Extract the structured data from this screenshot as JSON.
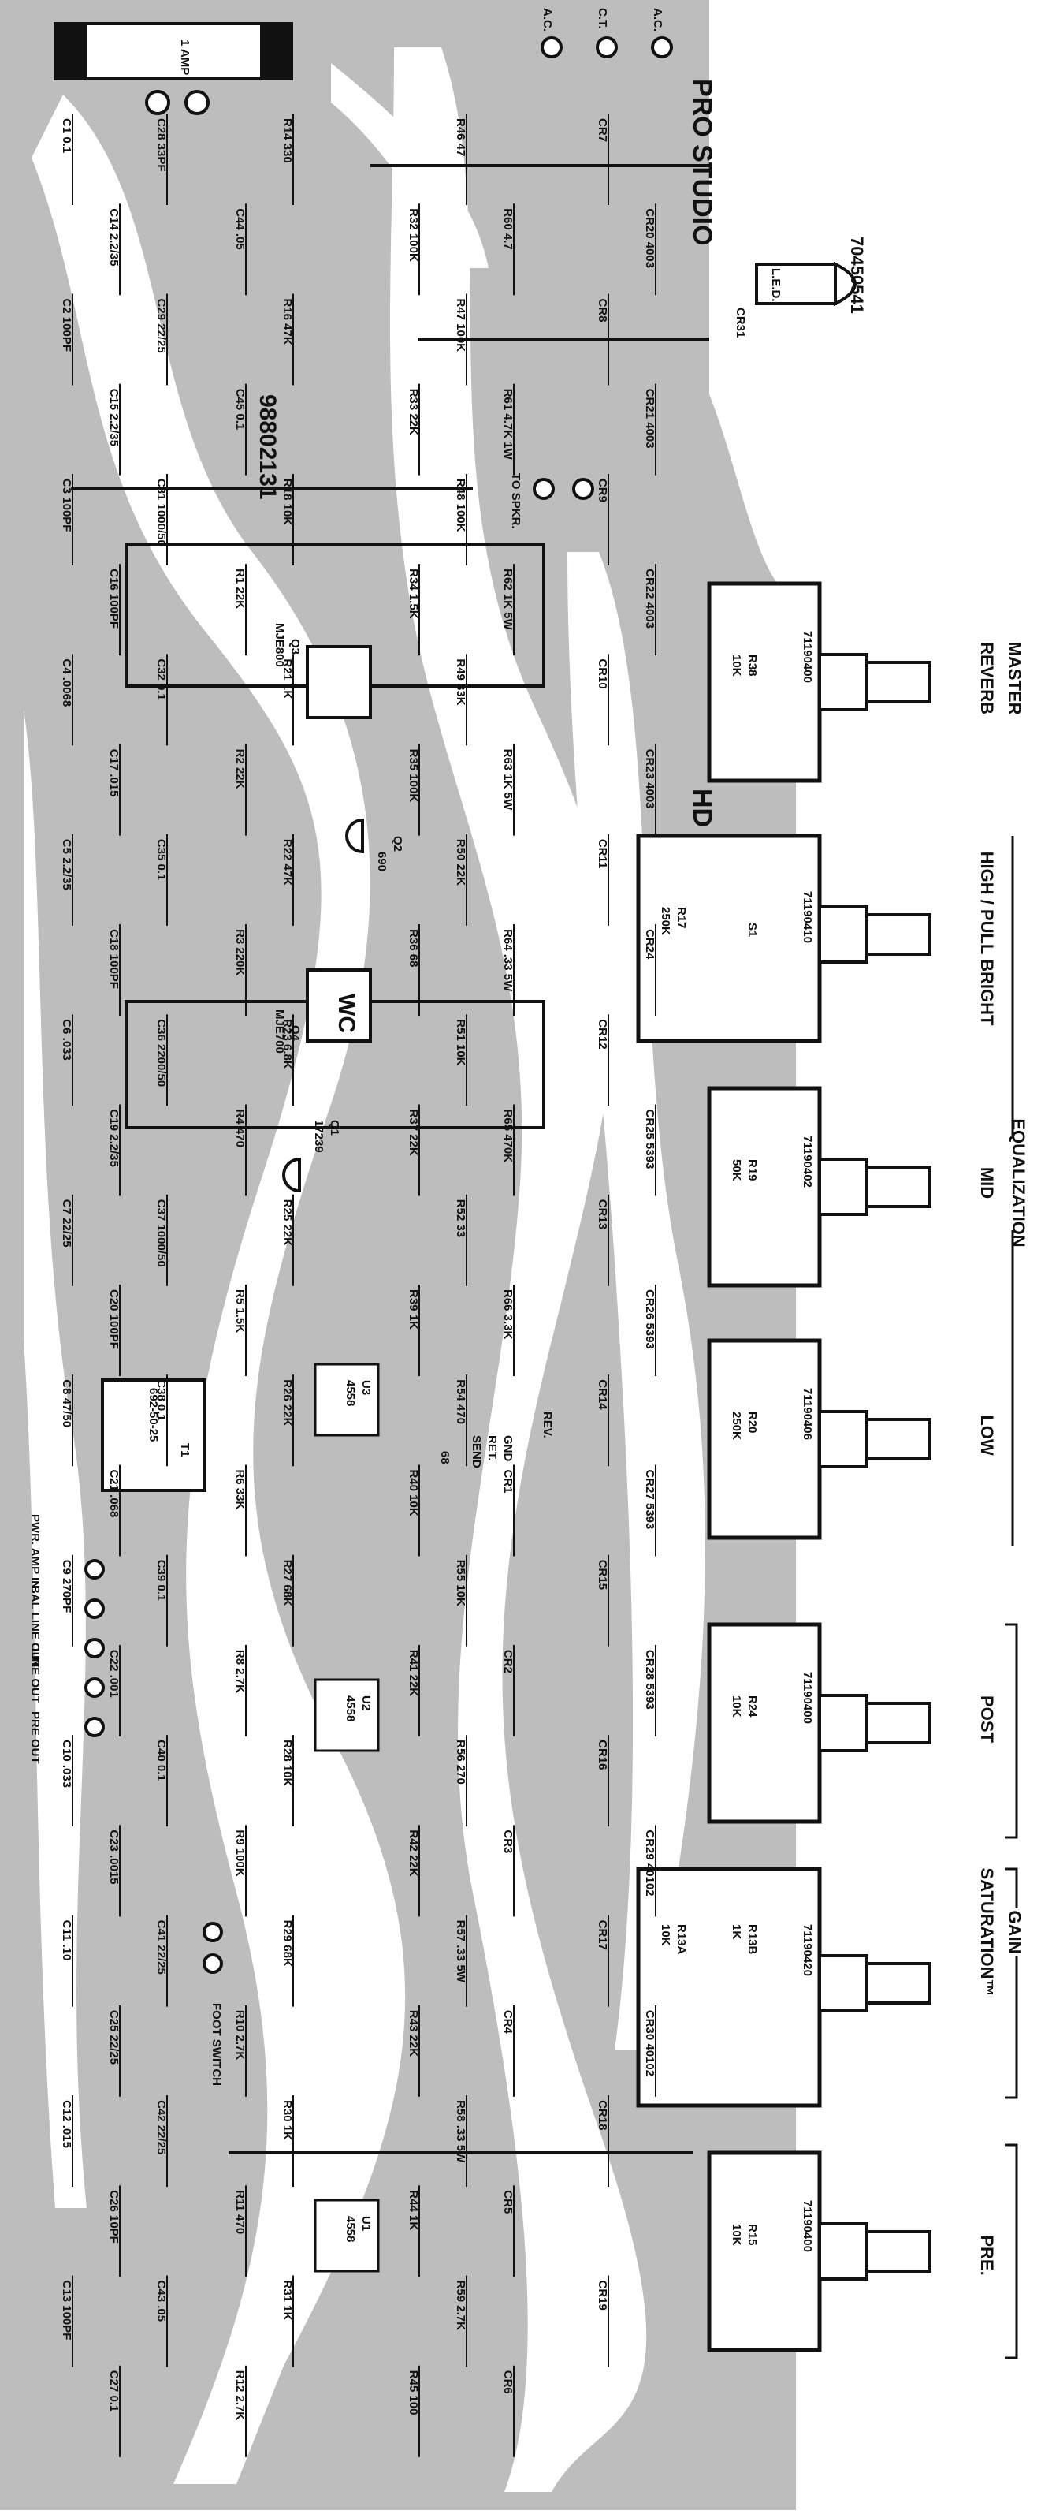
{
  "board": {
    "title": "PRO STUDIO",
    "marks": [
      "HD",
      "WC"
    ],
    "part_numbers": [
      "70450541",
      "98802131"
    ]
  },
  "controls": [
    {
      "label": "PRE.",
      "pot": "R15",
      "value": "10K",
      "part": "71190400"
    },
    {
      "label": "GAIN",
      "pot": "R13B",
      "value": "1K",
      "part": "71190420"
    },
    {
      "label": "SATURATION™",
      "pot": "R13A",
      "value": "10K",
      "part": "71190420"
    },
    {
      "label": "POST",
      "pot": "R24",
      "value": "10K",
      "part": "71190400"
    },
    {
      "label": "LOW",
      "pot": "R20",
      "value": "250K",
      "part": "71190406"
    },
    {
      "label": "MID",
      "pot": "R19",
      "value": "50K",
      "part": "71190402"
    },
    {
      "label": "HIGH / PULL BRIGHT",
      "pot": "R17",
      "value": "250K",
      "part": "71190410"
    },
    {
      "label": "MASTER",
      "pot": "R38",
      "value": "10K",
      "part": "71190400"
    },
    {
      "label": "REVERB",
      "pot": "",
      "value": "",
      "part": ""
    }
  ],
  "group_labels": {
    "equalization": "EQUALIZATION",
    "gain": "GAIN"
  },
  "switch_label": "S1",
  "jacks": [
    "PRE OUT",
    "LINE OUT",
    "BAL LINE OUT",
    "PWR. AMP IN",
    "FOOT SWITCH"
  ],
  "reverb_pads": [
    "REV.",
    "SEND",
    "RET.",
    "GND",
    "68"
  ],
  "transformer": {
    "ref": "T1",
    "part": "692-50-25"
  },
  "ics": [
    {
      "ref": "U1",
      "part": "4558"
    },
    {
      "ref": "U2",
      "part": "4558"
    },
    {
      "ref": "U3",
      "part": "4558"
    }
  ],
  "transistors": [
    {
      "ref": "Q1",
      "part": "17239"
    },
    {
      "ref": "Q2",
      "part": "690"
    },
    {
      "ref": "Q3",
      "part": "MJE800"
    },
    {
      "ref": "Q4",
      "part": "MJE700"
    }
  ],
  "power": {
    "fuse": "1 AMP",
    "ac_labels": [
      "A.C.",
      "C.T.",
      "A.C."
    ],
    "speaker": "TO SPKR.",
    "led": "L.E.D.",
    "led_ref": "CR31"
  },
  "components": [
    "C1 0.1",
    "C2 100PF",
    "C3 100PF",
    "C4 .0068",
    "C5 2.2/35",
    "C6 .033",
    "C7 22/25",
    "C8 47/50",
    "C9 270PF",
    "C10 .033",
    "C11 .10",
    "C12 .015",
    "C13 100PF",
    "C14 2.2/35",
    "C15 2.2/35",
    "C16 100PF",
    "C17 .015",
    "C18 100PF",
    "C19 2.2/35",
    "C20 100PF",
    "C21 .068",
    "C22 .001",
    "C23 .0015",
    "C25 22/25",
    "C26 10PF",
    "C27 0.1",
    "C28 33PF",
    "C29 22/25",
    "C31 1000/50",
    "C32 0.1",
    "C35 0.1",
    "C36 2200/50",
    "C37 1000/50",
    "C38 0.1",
    "C39 0.1",
    "C40 0.1",
    "C41 22/25",
    "C42 22/25",
    "C43 .05",
    "C44 .05",
    "C45 0.1",
    "R1 22K",
    "R2 22K",
    "R3 220K",
    "R4 470",
    "R5 1.5K",
    "R6 33K",
    "R8 2.7K",
    "R9 100K",
    "R10 2.7K",
    "R11 470",
    "R12 2.7K",
    "R14 330",
    "R16 47K",
    "R18 10K",
    "R21 1K",
    "R22 47K",
    "R23 6.8K",
    "R25 22K",
    "R26 22K",
    "R27 68K",
    "R28 10K",
    "R29 68K",
    "R30 1K",
    "R31 1K",
    "R32 100K",
    "R33 22K",
    "R34 1.5K",
    "R35 100K",
    "R36 68",
    "R37 22K",
    "R39 1K",
    "R40 10K",
    "R41 22K",
    "R42 22K",
    "R43 22K",
    "R44 1K",
    "R45 100",
    "R46 47",
    "R47 100K",
    "R48 100K",
    "R49 33K",
    "R50 22K",
    "R51 10K",
    "R52 33",
    "R54 470",
    "R55 10K",
    "R56 270",
    "R57 .33 5W",
    "R58 .33 5W",
    "R59 2.7K",
    "R60 4.7",
    "R61 4.7K 1W",
    "R62 1K 5W",
    "R63 1K 5W",
    "R64 .33 5W",
    "R65 470K",
    "R66 3.3K",
    "CR1",
    "CR2",
    "CR3",
    "CR4",
    "CR5",
    "CR6",
    "CR7",
    "CR8",
    "CR9",
    "CR10",
    "CR11",
    "CR12",
    "CR13",
    "CR14",
    "CR15",
    "CR16",
    "CR17",
    "CR18",
    "CR19",
    "CR20 4003",
    "CR21 4003",
    "CR22 4003",
    "CR23 4003",
    "CR24",
    "CR25 5393",
    "CR26 5393",
    "CR27 5393",
    "CR28 5393",
    "CR29 40102",
    "CR30 40102"
  ],
  "colors": {
    "paper": "#ffffff",
    "copper": "#bdbdbd",
    "ink": "#111111"
  }
}
